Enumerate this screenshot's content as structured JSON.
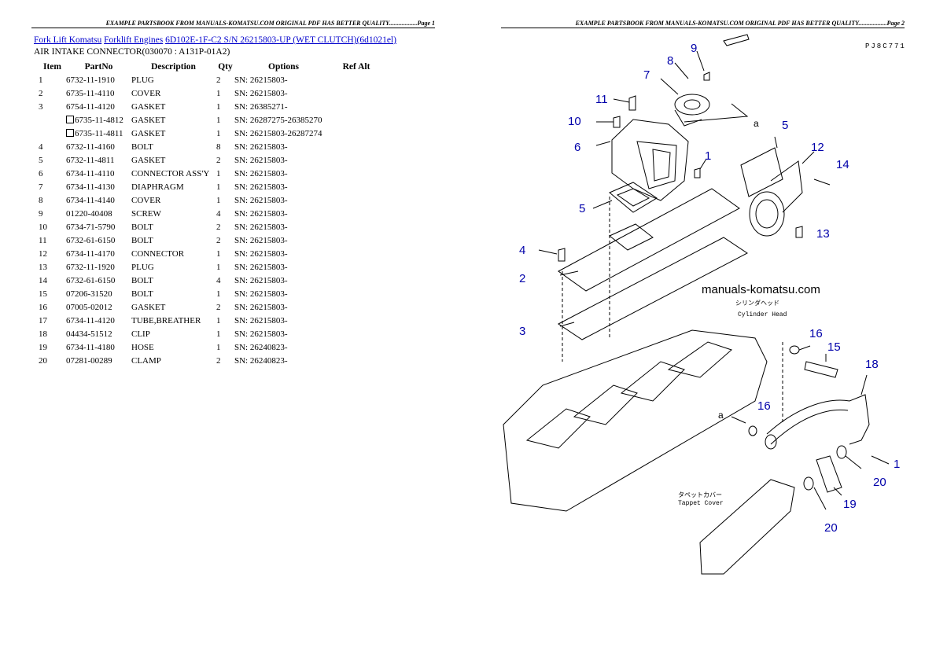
{
  "header": {
    "page1": "EXAMPLE PARTSBOOK FROM MANUALS-KOMATSU.COM ORIGINAL PDF HAS BETTER QUALITY..................Page 1",
    "page2": "EXAMPLE PARTSBOOK FROM MANUALS-KOMATSU.COM ORIGINAL PDF HAS BETTER QUALITY..................Page 2"
  },
  "breadcrumb": {
    "link1": "Fork Lift Komatsu",
    "link2": "Forklift Engines",
    "link3": "6D102E-1F-C2 S/N 26215803-UP (WET CLUTCH)(6d1021el)"
  },
  "subtitle": "AIR INTAKE CONNECTOR(030070 : A131P-01A2)",
  "table": {
    "headers": {
      "item": "Item",
      "part": "PartNo",
      "desc": "Description",
      "qty": "Qty",
      "opt": "Options",
      "ref": "Ref Alt"
    },
    "rows": [
      {
        "item": "1",
        "part": "6732-11-1910",
        "desc": "PLUG",
        "qty": "2",
        "opt": "SN: 26215803-",
        "alt": false
      },
      {
        "item": "2",
        "part": "6735-11-4110",
        "desc": "COVER",
        "qty": "1",
        "opt": "SN: 26215803-",
        "alt": false
      },
      {
        "item": "3",
        "part": "6754-11-4120",
        "desc": "GASKET",
        "qty": "1",
        "opt": "SN: 26385271-",
        "alt": false
      },
      {
        "item": "",
        "part": "6735-11-4812",
        "desc": "GASKET",
        "qty": "1",
        "opt": "SN: 26287275-26385270",
        "alt": true
      },
      {
        "item": "",
        "part": "6735-11-4811",
        "desc": "GASKET",
        "qty": "1",
        "opt": "SN: 26215803-26287274",
        "alt": true
      },
      {
        "item": "4",
        "part": "6732-11-4160",
        "desc": "BOLT",
        "qty": "8",
        "opt": "SN: 26215803-",
        "alt": false
      },
      {
        "item": "5",
        "part": "6732-11-4811",
        "desc": "GASKET",
        "qty": "2",
        "opt": "SN: 26215803-",
        "alt": false
      },
      {
        "item": "6",
        "part": "6734-11-4110",
        "desc": "CONNECTOR ASS'Y",
        "qty": "1",
        "opt": "SN: 26215803-",
        "alt": false
      },
      {
        "item": "7",
        "part": "6734-11-4130",
        "desc": "DIAPHRAGM",
        "qty": "1",
        "opt": "SN: 26215803-",
        "alt": false
      },
      {
        "item": "8",
        "part": "6734-11-4140",
        "desc": "COVER",
        "qty": "1",
        "opt": "SN: 26215803-",
        "alt": false
      },
      {
        "item": "9",
        "part": "01220-40408",
        "desc": "SCREW",
        "qty": "4",
        "opt": "SN: 26215803-",
        "alt": false
      },
      {
        "item": "10",
        "part": "6734-71-5790",
        "desc": "BOLT",
        "qty": "2",
        "opt": "SN: 26215803-",
        "alt": false
      },
      {
        "item": "11",
        "part": "6732-61-6150",
        "desc": "BOLT",
        "qty": "2",
        "opt": "SN: 26215803-",
        "alt": false
      },
      {
        "item": "12",
        "part": "6734-11-4170",
        "desc": "CONNECTOR",
        "qty": "1",
        "opt": "SN: 26215803-",
        "alt": false
      },
      {
        "item": "13",
        "part": "6732-11-1920",
        "desc": "PLUG",
        "qty": "1",
        "opt": "SN: 26215803-",
        "alt": false
      },
      {
        "item": "14",
        "part": "6732-61-6150",
        "desc": "BOLT",
        "qty": "4",
        "opt": "SN: 26215803-",
        "alt": false
      },
      {
        "item": "15",
        "part": "07206-31520",
        "desc": "BOLT",
        "qty": "1",
        "opt": "SN: 26215803-",
        "alt": false
      },
      {
        "item": "16",
        "part": "07005-02012",
        "desc": "GASKET",
        "qty": "2",
        "opt": "SN: 26215803-",
        "alt": false
      },
      {
        "item": "17",
        "part": "6734-11-4120",
        "desc": "TUBE,BREATHER",
        "qty": "1",
        "opt": "SN: 26215803-",
        "alt": false
      },
      {
        "item": "18",
        "part": "04434-51512",
        "desc": "CLIP",
        "qty": "1",
        "opt": "SN: 26215803-",
        "alt": false
      },
      {
        "item": "19",
        "part": "6734-11-4180",
        "desc": "HOSE",
        "qty": "1",
        "opt": "SN: 26240823-",
        "alt": false
      },
      {
        "item": "20",
        "part": "07281-00289",
        "desc": "CLAMP",
        "qty": "2",
        "opt": "SN: 26240823-",
        "alt": false
      }
    ]
  },
  "diagram": {
    "code": "PJ8C771",
    "watermark": "manuals-komatsu.com",
    "cyl_head_jp": "シリンダヘッド",
    "cyl_head_en": "Cylinder Head",
    "tappet_jp": "タペットカバー",
    "tappet_en": "Tappet Cover",
    "ref_a": "a",
    "callouts": [
      "9",
      "8",
      "7",
      "11",
      "10",
      "6",
      "5",
      "12",
      "14",
      "1",
      "5",
      "13",
      "4",
      "2",
      "3",
      "16",
      "15",
      "18",
      "16",
      "1",
      "20",
      "19",
      "20"
    ],
    "callout_color": "#0000aa"
  }
}
